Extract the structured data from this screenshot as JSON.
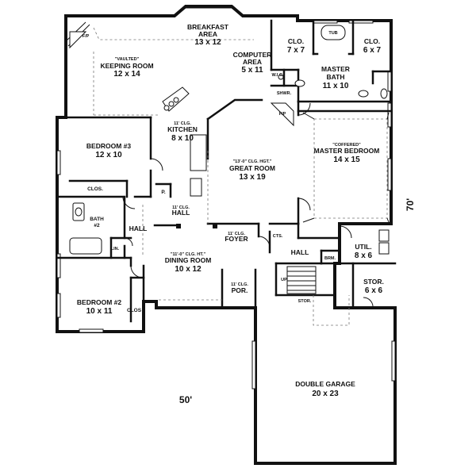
{
  "rooms": {
    "breakfast": {
      "name": "BREAKFAST",
      "name2": "AREA",
      "dims": "13 x 12"
    },
    "keeping": {
      "note": "\"VAULTED\"",
      "name": "KEEPING ROOM",
      "dims": "12 x 14"
    },
    "computer": {
      "name": "COMPUTER",
      "name2": "AREA",
      "dims": "5 x 11"
    },
    "clo_left": {
      "name": "CLO.",
      "dims": "7 x 7"
    },
    "clo_right": {
      "name": "CLO.",
      "dims": "6 x 7"
    },
    "tub": {
      "name": "TUB"
    },
    "master_bath": {
      "name": "MASTER",
      "name2": "BATH",
      "dims": "11 x 10"
    },
    "kitchen": {
      "note": "11' CLG.",
      "name": "KITCHEN",
      "dims": "8 x 10"
    },
    "bedroom3": {
      "name": "BEDROOM #3",
      "dims": "12 x 10"
    },
    "clos3": {
      "name": "CLOS."
    },
    "great_room": {
      "note": "\"13'-0\" CLG. HGT.\"",
      "name": "GREAT ROOM",
      "dims": "13 x 19"
    },
    "master_bedroom": {
      "note": "\"COFFERED\"",
      "name": "MASTER BEDROOM",
      "dims": "14 x 15"
    },
    "pantry": {
      "name": "P."
    },
    "hall_center": {
      "note": "11' CLG.",
      "name": "HALL"
    },
    "bath2": {
      "name": "BATH",
      "name2": "#2"
    },
    "hall_left": {
      "name": "HALL"
    },
    "lin": {
      "name": "LIN."
    },
    "foyer": {
      "note": "11' CLG.",
      "name": "FOYER"
    },
    "cts": {
      "name": "CTS."
    },
    "hall_right": {
      "name": "HALL"
    },
    "util": {
      "name": "UTIL.",
      "dims": "8 x 6"
    },
    "brm": {
      "name": "BRM."
    },
    "dining": {
      "note": "\"11'-0\" CLG. HT.\"",
      "name": "DINING ROOM",
      "dims": "10 x 12"
    },
    "por": {
      "note": "11' CLG.",
      "name": "POR."
    },
    "up": {
      "name": "UP"
    },
    "stor_small": {
      "name": "STOR."
    },
    "stor": {
      "name": "STOR.",
      "dims": "6 x 6"
    },
    "bedroom2": {
      "name": "BEDROOM #2",
      "dims": "10 x 11"
    },
    "clos2": {
      "name": "CLOS"
    },
    "garage": {
      "name": "DOUBLE GARAGE",
      "dims": "20 x 23"
    },
    "wic": {
      "name": "W.I.C."
    },
    "shwr": {
      "name": "SHWR."
    },
    "fp": {
      "name": "F/P"
    }
  },
  "overall": {
    "width": "50'",
    "depth": "70'"
  }
}
